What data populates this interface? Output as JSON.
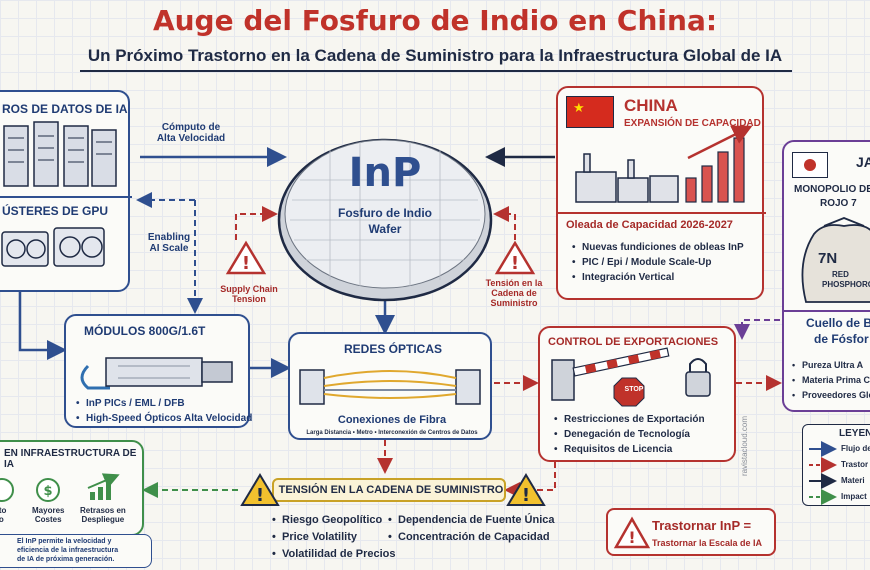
{
  "title": "Auge del Fosfuro de Indio en China:",
  "subtitle": "Un Próximo Trastorno en la Cadena de Suministro para la Infraestructura Global de IA",
  "datacenter": {
    "title": "ROS DE DATOS DE IA",
    "gpu": "ÚSTERES DE GPU"
  },
  "wafer": {
    "main": "InP",
    "sub1": "Fosfuro de Indio",
    "sub2": "Wafer"
  },
  "labels": {
    "compute1": "Cómputo de",
    "compute2": "Alta Velocidad",
    "enabling1": "Enabling",
    "enabling2": "AI Scale",
    "sct1": "Supply Chain",
    "sct2": "Tension",
    "tc1": "Tensión en la",
    "tc2": "Cadena de",
    "tc3": "Suministro"
  },
  "china": {
    "name": "CHINA",
    "expansion": "EXPANSIÓN DE CAPACIDAD",
    "wave": "Oleada de Capacidad 2026-2027",
    "bullets": [
      "Nuevas fundiciones de obleas InP",
      "PIC / Epi / Module Scale-Up",
      "Integración Vertical"
    ]
  },
  "japan": {
    "name": "JA",
    "mono1": "MONOPOLIO DE",
    "mono2": "ROJO 7",
    "bag1": "7N",
    "bag2": "RED",
    "bag3": "PHOSPHORO",
    "bottle1": "Cuello de B",
    "bottle2": "de Fósfor",
    "bullets": [
      "Pureza Ultra A",
      "Materia Prima Cr",
      "Proveedores Glob"
    ]
  },
  "modules": {
    "title": "MÓDULOS 800G/1.6T",
    "bullets": [
      "InP PICs / EML / DFB",
      "High-Speed Ópticos Alta Velocidad"
    ]
  },
  "optical": {
    "title": "REDES ÓPTICAS",
    "fiber": "Conexiones de Fibra",
    "note": "Larga Distancia • Metro • Interconexión de Centros de Datos"
  },
  "export": {
    "title": "CONTROL DE EXPORTACIONES",
    "stop": "STOP",
    "bullets": [
      "Restricciones de Exportación",
      "Denegación de Tecnología",
      "Requisitos de Licencia"
    ]
  },
  "impact": {
    "title": "EN INFRAESTRUCTURA DE IA",
    "items": [
      "nto",
      "Mayores",
      "Retrasos en"
    ],
    "items2": [
      "go",
      "Costes",
      "Despliegue"
    ],
    "note1": "El InP permite la velocidad y",
    "note2": "eficiencia de la infraestructura",
    "note3": "de IA de próxima generación."
  },
  "tension": {
    "title": "TENSIÓN EN LA CADENA DE SUMINISTRO",
    "left": [
      "Riesgo Geopolítico",
      "Price Volatility",
      "Volatilidad de Precios"
    ],
    "right": [
      "Dependencia de Fuente Única",
      "Concentración de Capacidad"
    ]
  },
  "disrupt": {
    "line1": "Trastornar InP =",
    "line2": "Trastornar la Escala de IA"
  },
  "legend": {
    "title": "LEYEN",
    "items": [
      "Flujo de",
      "Trastor",
      "Materi",
      "Impact"
    ]
  },
  "watermark": "ravistacloud.com",
  "colors": {
    "blue": "#2f4f8f",
    "red": "#b5322f",
    "green": "#3f8f4a",
    "purple": "#6b3f96",
    "title_red": "#c0322a"
  }
}
